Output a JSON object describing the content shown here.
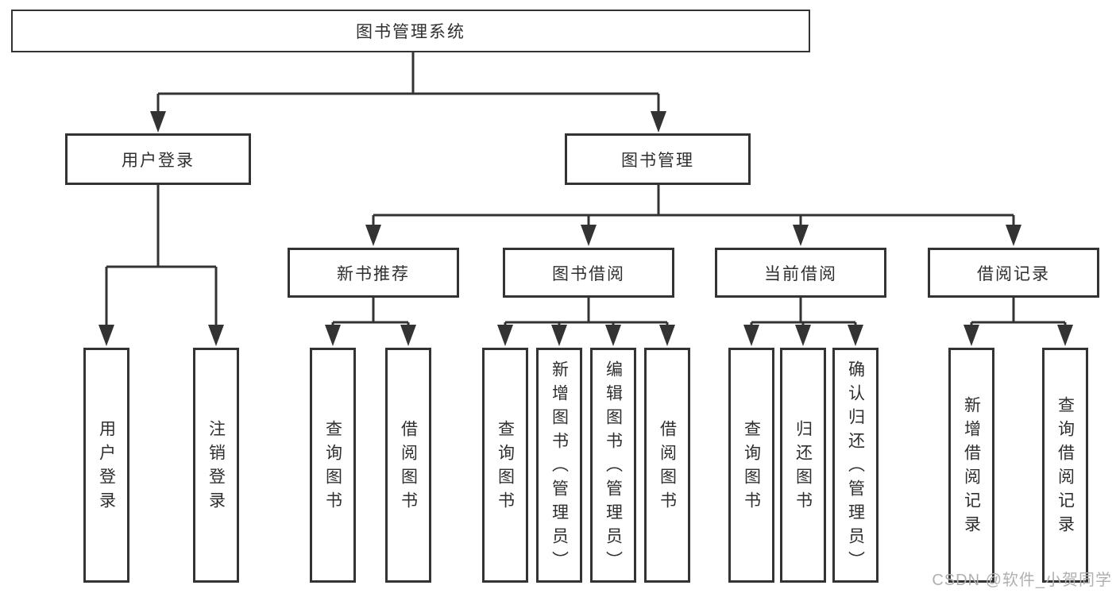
{
  "colors": {
    "line": "#333333",
    "text": "#2f2f2f",
    "watermark": "#b0b0b0",
    "background": "#ffffff"
  },
  "nodes": {
    "root": {
      "label": "图书管理系统"
    },
    "user_login": {
      "label": "用户登录"
    },
    "book_management": {
      "label": "图书管理"
    },
    "new_book_recommendation": {
      "label": "新书推荐"
    },
    "book_borrowing": {
      "label": "图书借阅"
    },
    "current_borrowing": {
      "label": "当前借阅"
    },
    "borrowing_records": {
      "label": "借阅记录"
    },
    "leaf_user_login": {
      "label": "用户登录"
    },
    "leaf_logout": {
      "label": "注销登录"
    },
    "leaf_newbook_query_books": {
      "label": "查询图书"
    },
    "leaf_newbook_borrow_books": {
      "label": "借阅图书"
    },
    "leaf_borrow_query_books": {
      "label": "查询图书"
    },
    "leaf_borrow_add_books_admin": {
      "label": "新增图书（管理员）"
    },
    "leaf_borrow_edit_books_admin": {
      "label": "编辑图书（管理员）"
    },
    "leaf_borrow_borrow_books": {
      "label": "借阅图书"
    },
    "leaf_current_query_books": {
      "label": "查询图书"
    },
    "leaf_current_return_books": {
      "label": "归还图书"
    },
    "leaf_current_confirm_return_admin": {
      "label": "确认归还（管理员）"
    },
    "leaf_records_add_borrow_record": {
      "label": "新增借阅记录"
    },
    "leaf_records_query_borrow_record": {
      "label": "查询借阅记录"
    }
  },
  "watermark": {
    "text": "CSDN @软件_小贺同学"
  }
}
